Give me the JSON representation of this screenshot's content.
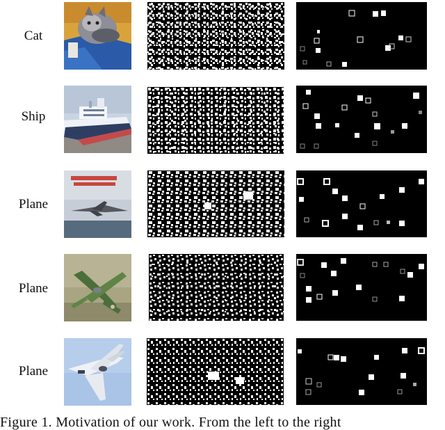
{
  "rows": [
    {
      "label": "Cat"
    },
    {
      "label": "Ship"
    },
    {
      "label": "Plane"
    },
    {
      "label": "Plane"
    },
    {
      "label": "Plane"
    }
  ],
  "caption": "Figure 1. Motivation of our work. From the left to the right"
}
